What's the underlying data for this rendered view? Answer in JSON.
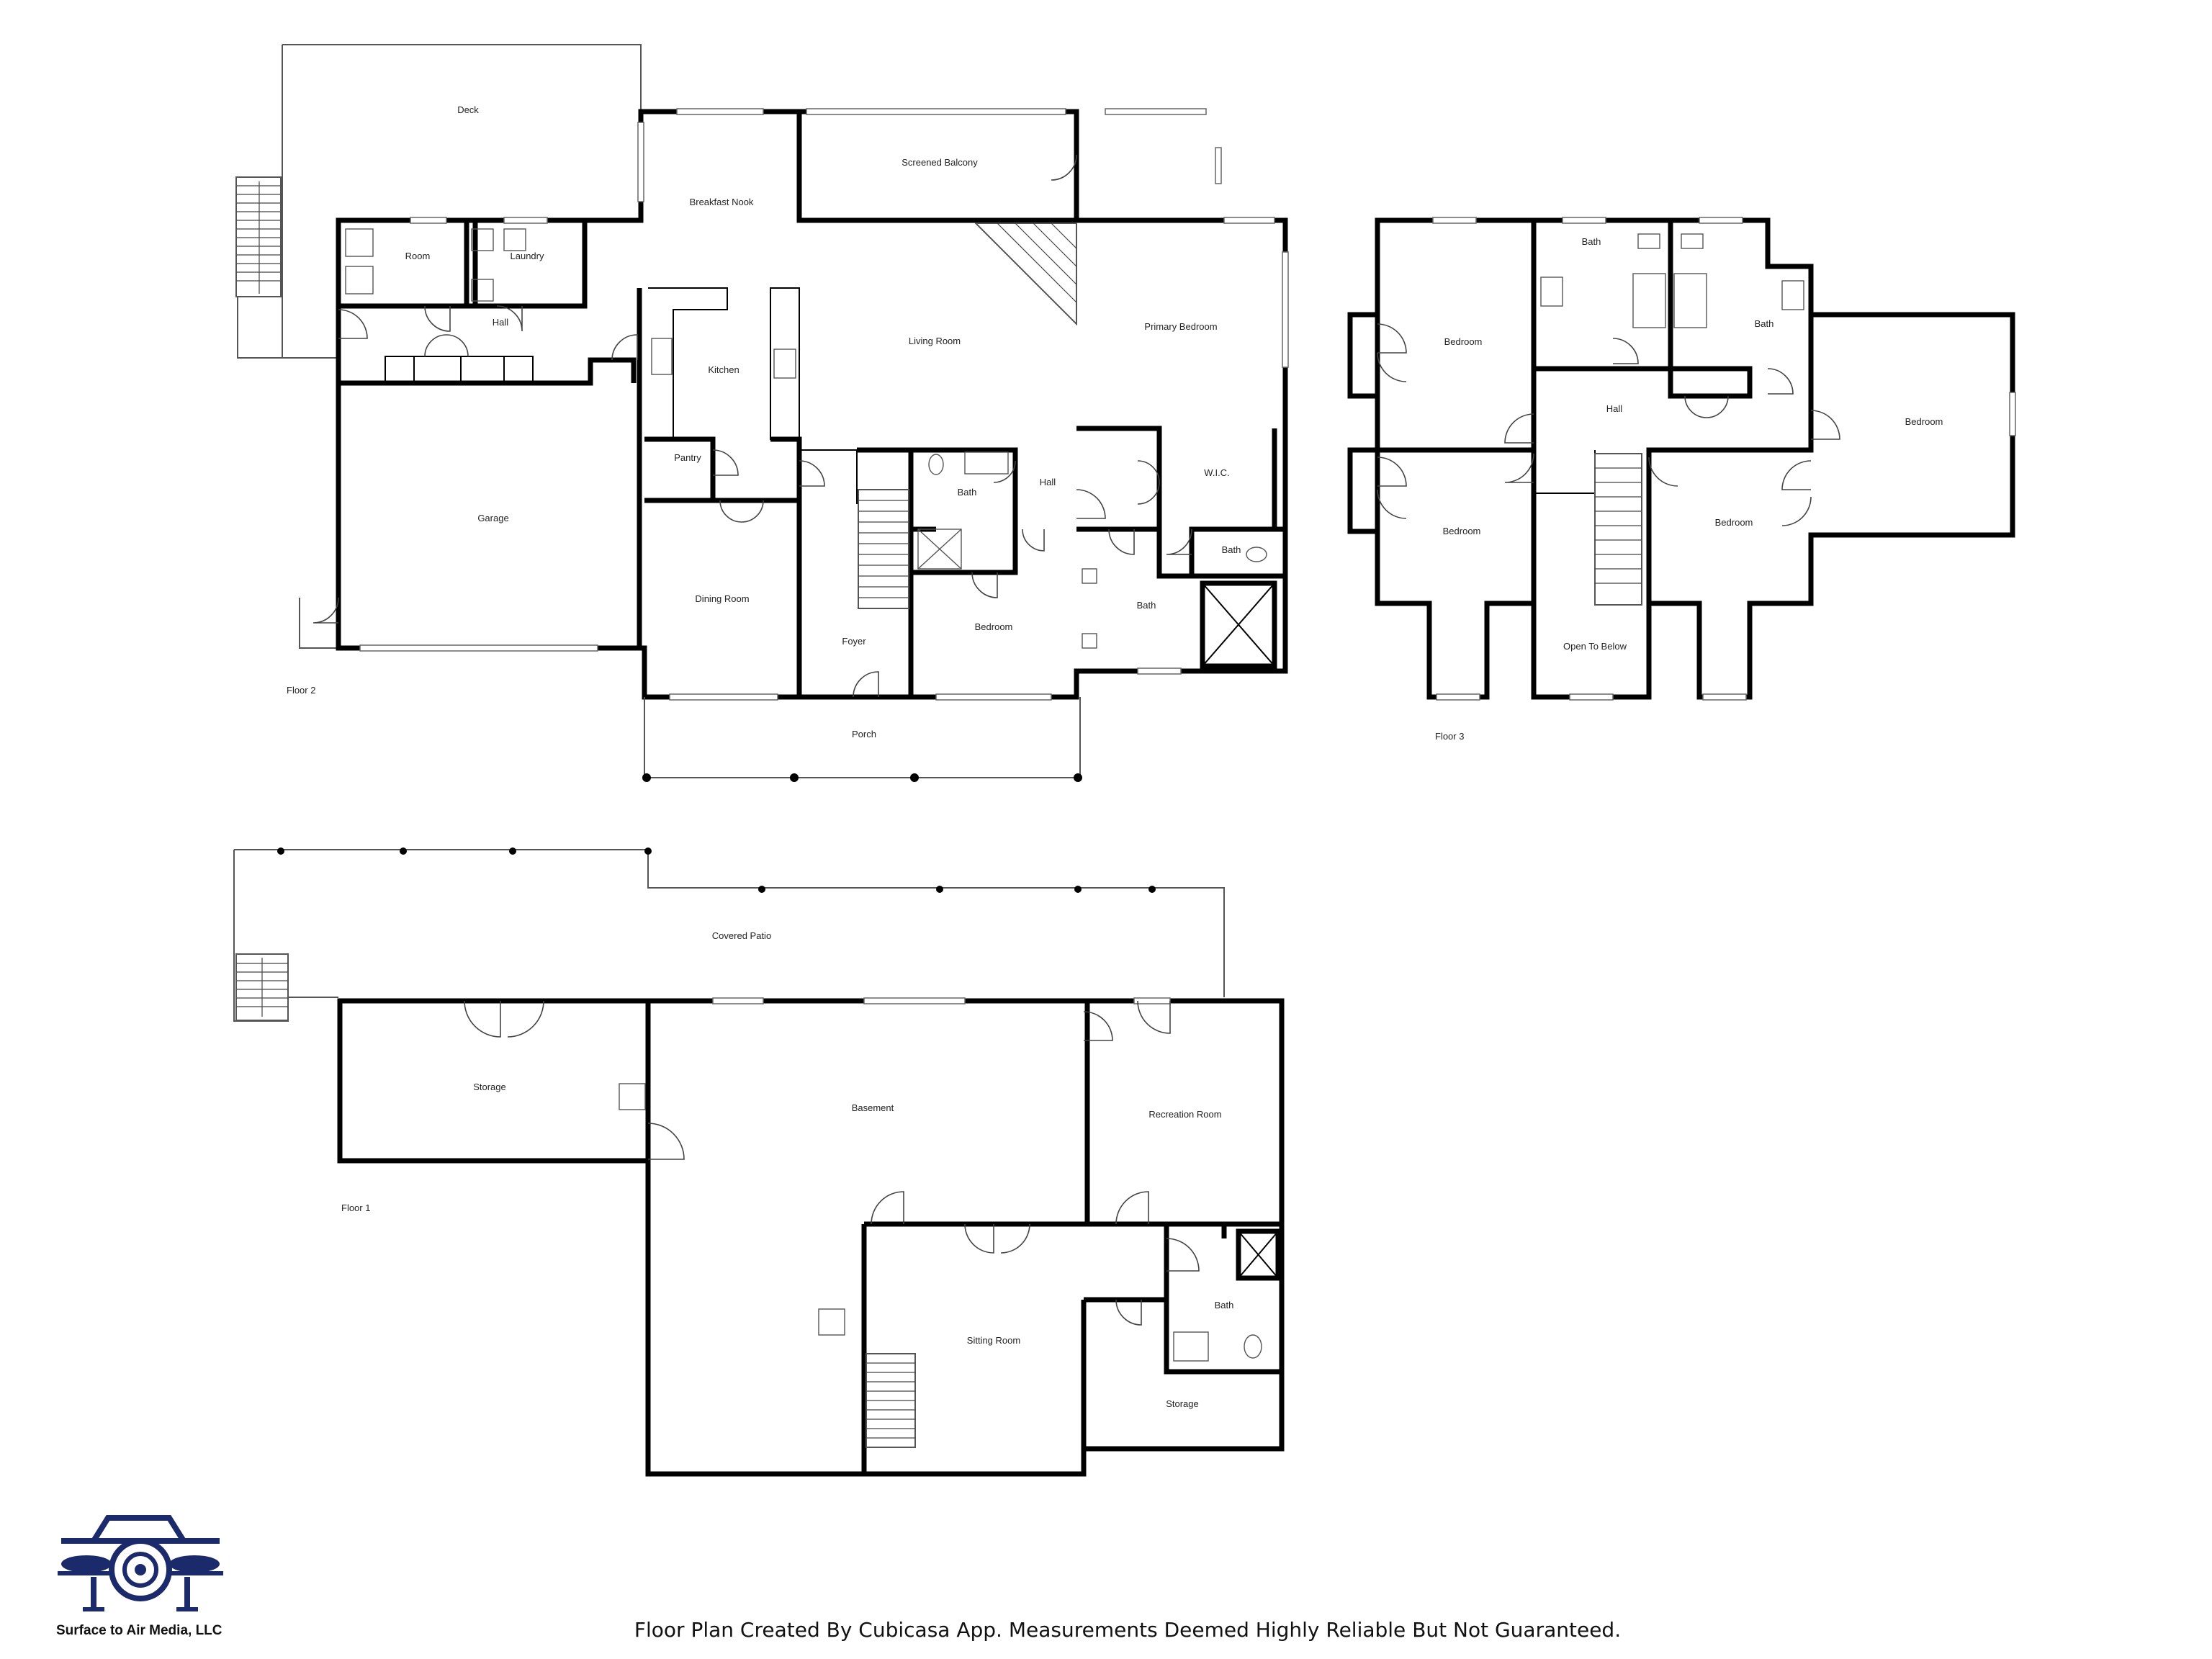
{
  "plans": {
    "floor2": {
      "label": "Floor 2",
      "rooms": {
        "deck": "Deck",
        "breakfast_nook": "Breakfast Nook",
        "screened_balcony": "Screened Balcony",
        "room": "Room",
        "laundry": "Laundry",
        "hall_left": "Hall",
        "kitchen": "Kitchen",
        "living_room": "Living Room",
        "primary_bedroom": "Primary Bedroom",
        "pantry": "Pantry",
        "garage": "Garage",
        "bath_center": "Bath",
        "hall_center": "Hall",
        "wic": "W.I.C.",
        "bath_small": "Bath",
        "dining_room": "Dining Room",
        "foyer": "Foyer",
        "bedroom": "Bedroom",
        "bath_primary": "Bath",
        "porch": "Porch"
      }
    },
    "floor3": {
      "label": "Floor 3",
      "rooms": {
        "bath_top": "Bath",
        "bath_right": "Bath",
        "bedroom_nw": "Bedroom",
        "hall": "Hall",
        "bedroom_east": "Bedroom",
        "bedroom_sw": "Bedroom",
        "bedroom_center": "Bedroom",
        "open_to_below": "Open To Below"
      }
    },
    "floor1": {
      "label": "Floor 1",
      "rooms": {
        "covered_patio": "Covered Patio",
        "storage_left": "Storage",
        "basement": "Basement",
        "recreation_room": "Recreation Room",
        "sitting_room": "Sitting Room",
        "bath": "Bath",
        "storage_right": "Storage"
      }
    }
  },
  "footer": {
    "disclaimer": "Floor Plan Created By Cubicasa App. Measurements Deemed Highly Reliable But Not Guaranteed."
  },
  "brand": {
    "name": "Surface to Air Media, LLC",
    "logo_icon": "drone-camera-logo",
    "logo_color": "#1b2a6b"
  }
}
